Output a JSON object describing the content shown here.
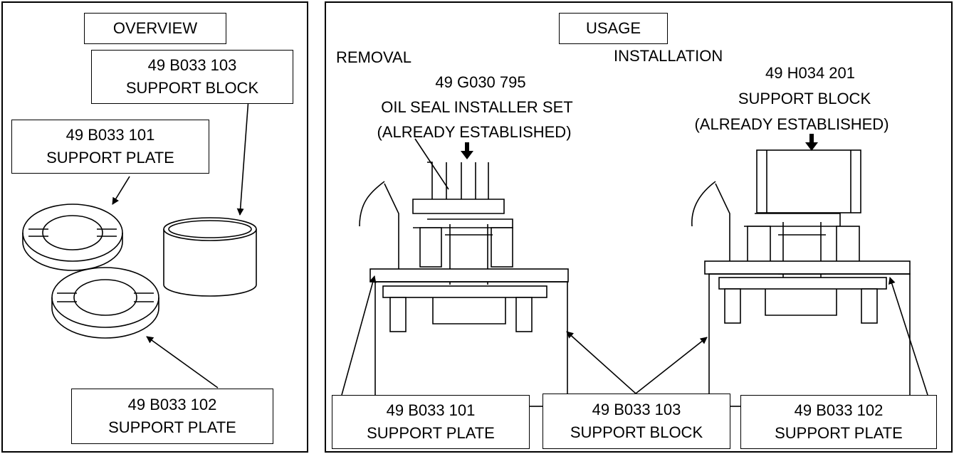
{
  "overview": {
    "title": "OVERVIEW",
    "support_block_103": {
      "part_number": "49 B033 103",
      "name": "SUPPORT BLOCK"
    },
    "support_plate_101": {
      "part_number": "49 B033 101",
      "name": "SUPPORT PLATE"
    },
    "support_plate_102": {
      "part_number": "49 B033 102",
      "name": "SUPPORT PLATE"
    }
  },
  "usage": {
    "title": "USAGE",
    "removal": {
      "label": "REMOVAL",
      "tool_part_number": "49 G030 795",
      "tool_name": "OIL SEAL INSTALLER SET",
      "tool_note": "(ALREADY ESTABLISHED)"
    },
    "installation": {
      "label": "INSTALLATION",
      "tool_part_number": "49 H034 201",
      "tool_name": "SUPPORT BLOCK",
      "tool_note": "(ALREADY ESTABLISHED)"
    },
    "support_plate_101": {
      "part_number": "49 B033 101",
      "name": "SUPPORT PLATE"
    },
    "support_block_103": {
      "part_number": "49 B033 103",
      "name": "SUPPORT BLOCK"
    },
    "support_plate_102": {
      "part_number": "49 B033 102",
      "name": "SUPPORT PLATE"
    }
  }
}
